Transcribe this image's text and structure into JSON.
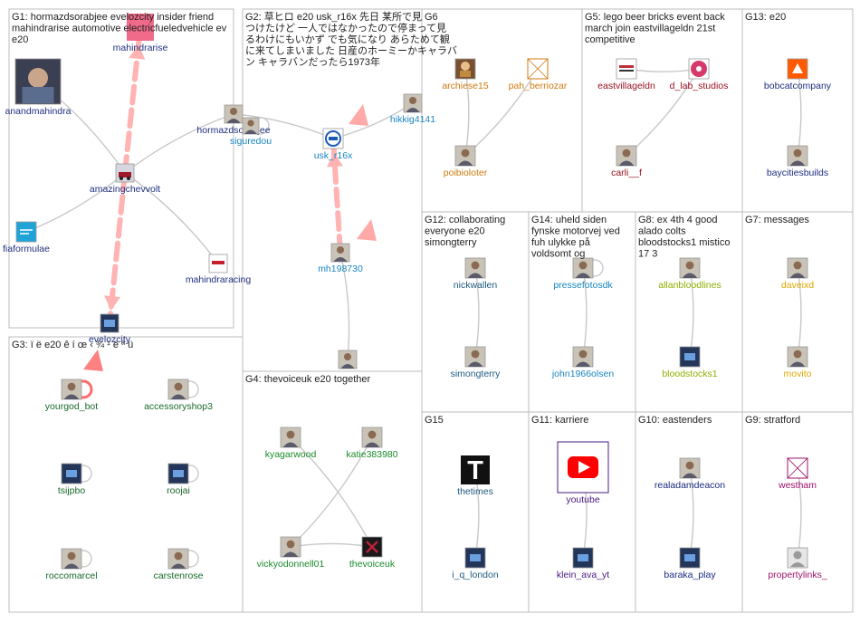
{
  "groups": [
    {
      "id": "G1",
      "lines": [
        "G1: hormazdsorabjee evelozcity insider friend",
        "mahindrarise automotive electricfueledvehicle ev",
        "e20"
      ]
    },
    {
      "id": "G2",
      "lines": [
        "G2: 草ヒロ e20 usk_r16x 先日 某所で見",
        "つけたけど 一人ではなかったので停まって見",
        "るわけにもいかず でも気になり あらためて観",
        "に来てしまいました 日産のホーミーかキャラバ",
        "ン キャラバンだったら1973年"
      ]
    },
    {
      "id": "G6",
      "lines": [
        "G6"
      ]
    },
    {
      "id": "G5",
      "lines": [
        "G5: lego beer bricks event back",
        "march join eastvillageldn 21st",
        "competitive"
      ]
    },
    {
      "id": "G13",
      "lines": [
        "G13: e20"
      ]
    },
    {
      "id": "G12",
      "lines": [
        "G12: collaborating",
        "everyone e20",
        "simongterry"
      ]
    },
    {
      "id": "G14",
      "lines": [
        "G14: uheld siden",
        "fynske motorvej ved",
        "fuh ulykke på",
        "voldsomt og"
      ]
    },
    {
      "id": "G8",
      "lines": [
        "G8: ex 4th 4 good",
        "alado colts",
        "bloodstocks1 mistico",
        "17 3"
      ]
    },
    {
      "id": "G7",
      "lines": [
        "G7: messages"
      ]
    },
    {
      "id": "G3",
      "lines": [
        "G3: ï ë e20 ê í œ ‹ ¾ ¹ ë ª ü"
      ]
    },
    {
      "id": "G4",
      "lines": [
        "G4: thevoiceuk e20 together"
      ]
    },
    {
      "id": "G15",
      "lines": [
        "G15"
      ]
    },
    {
      "id": "G11",
      "lines": [
        "G11: karriere"
      ]
    },
    {
      "id": "G10",
      "lines": [
        "G10: eastenders"
      ]
    },
    {
      "id": "G9",
      "lines": [
        "G9: stratford"
      ]
    }
  ],
  "nodes": [
    {
      "id": "mahindrarise",
      "label": "mahindrarise",
      "color": "#1f2f80",
      "icon": "pink-square-icon"
    },
    {
      "id": "anandmahindra",
      "label": "anandmahindra",
      "color": "#1f2f80",
      "icon": "portrait-icon"
    },
    {
      "id": "amazingchevvolt",
      "label": "amazingchevvolt",
      "color": "#1f2f80",
      "icon": "car-icon"
    },
    {
      "id": "hormazdsorabjee",
      "label": "hormazdsorabjee",
      "color": "#1f2f80",
      "icon": "avatar-icon"
    },
    {
      "id": "fiaformulae",
      "label": "fiaformulae",
      "color": "#1f2f80",
      "icon": "formula-e-icon"
    },
    {
      "id": "mahindraracing",
      "label": "mahindraracing",
      "color": "#1f2f80",
      "icon": "mahindra-racing-icon"
    },
    {
      "id": "evelozcity",
      "label": "evelozcity",
      "color": "#1f2f80",
      "icon": "logo-icon"
    },
    {
      "id": "siguredou",
      "label": "siguredou",
      "color": "#1a86c0",
      "icon": "avatar-icon"
    },
    {
      "id": "usk_r16x",
      "label": "usk_r16x",
      "color": "#1a86c0",
      "icon": "usk-icon"
    },
    {
      "id": "hikkig4141",
      "label": "hikkig4141",
      "color": "#1a86c0",
      "icon": "avatar-icon"
    },
    {
      "id": "mh198730",
      "label": "mh198730",
      "color": "#1a86c0",
      "icon": "avatar-icon"
    },
    {
      "id": "g2bottom",
      "label": "",
      "color": "#1a86c0",
      "icon": "avatar-icon"
    },
    {
      "id": "archiese15",
      "label": "archiese15",
      "color": "#d07a10",
      "icon": "painting-icon"
    },
    {
      "id": "pah_berriozar",
      "label": "pah_berriozar",
      "color": "#d07a10",
      "icon": "broken-image-icon"
    },
    {
      "id": "poibioloter",
      "label": "poibioloter",
      "color": "#d07a10",
      "icon": "avatar-icon"
    },
    {
      "id": "eastvillageldn",
      "label": "eastvillageldn",
      "color": "#9b1020",
      "icon": "east-village-icon"
    },
    {
      "id": "d_lab_studios",
      "label": "d_lab_studios",
      "color": "#9b1020",
      "icon": "dlab-icon"
    },
    {
      "id": "carli__f",
      "label": "carli__f",
      "color": "#9b1020",
      "icon": "avatar-icon"
    },
    {
      "id": "bobcatcompany",
      "label": "bobcatcompany",
      "color": "#1f2f80",
      "icon": "bobcat-icon"
    },
    {
      "id": "baycitiesbuilds",
      "label": "baycitiesbuilds",
      "color": "#1f2f80",
      "icon": "avatar-icon"
    },
    {
      "id": "nickwallen",
      "label": "nickwallen",
      "color": "#205a80",
      "icon": "avatar-icon"
    },
    {
      "id": "simongterry",
      "label": "simongterry",
      "color": "#205a80",
      "icon": "avatar-icon"
    },
    {
      "id": "pressefotosdk",
      "label": "pressefotosdk",
      "color": "#1a86c0",
      "icon": "avatar-icon"
    },
    {
      "id": "john1966olsen",
      "label": "john1966olsen",
      "color": "#1a86c0",
      "icon": "avatar-icon"
    },
    {
      "id": "allanbloodlines",
      "label": "allanbloodlines",
      "color": "#8fb000",
      "icon": "avatar-icon"
    },
    {
      "id": "bloodstocks1",
      "label": "bloodstocks1",
      "color": "#8fb000",
      "icon": "logo-icon"
    },
    {
      "id": "daveixd",
      "label": "daveixd",
      "color": "#e0a800",
      "icon": "avatar-icon"
    },
    {
      "id": "movito",
      "label": "movito",
      "color": "#e0a800",
      "icon": "avatar-icon"
    },
    {
      "id": "yourgod_bot",
      "label": "yourgod_bot",
      "color": "#1a6a2a",
      "icon": "avatar-icon"
    },
    {
      "id": "accessoryshop3",
      "label": "accessoryshop3",
      "color": "#1a6a2a",
      "icon": "avatar-icon"
    },
    {
      "id": "tsijpbo",
      "label": "tsijpbo",
      "color": "#1a6a2a",
      "icon": "logo-icon"
    },
    {
      "id": "roojai",
      "label": "roojai",
      "color": "#1a6a2a",
      "icon": "logo-icon"
    },
    {
      "id": "roccomarcel",
      "label": "roccomarcel",
      "color": "#1a6a2a",
      "icon": "avatar-icon"
    },
    {
      "id": "carstenrose",
      "label": "carstenrose",
      "color": "#1a6a2a",
      "icon": "avatar-icon"
    },
    {
      "id": "kyagarwood",
      "label": "kyagarwood",
      "color": "#1a8a2a",
      "icon": "avatar-icon"
    },
    {
      "id": "katie383980",
      "label": "katie383980",
      "color": "#1a8a2a",
      "icon": "avatar-icon"
    },
    {
      "id": "vickyodonnell01",
      "label": "vickyodonnell01",
      "color": "#1a8a2a",
      "icon": "avatar-icon"
    },
    {
      "id": "thevoiceuk",
      "label": "thevoiceuk",
      "color": "#1a8a2a",
      "icon": "voice-icon"
    },
    {
      "id": "thetimes",
      "label": "thetimes",
      "color": "#205a80",
      "icon": "times-t-icon"
    },
    {
      "id": "i_q_london",
      "label": "i_q_london",
      "color": "#205a80",
      "icon": "logo-icon"
    },
    {
      "id": "youtube",
      "label": "youtube",
      "color": "#4a1a80",
      "icon": "youtube-icon"
    },
    {
      "id": "klein_ava_yt",
      "label": "klein_ava_yt",
      "color": "#4a1a80",
      "icon": "logo-icon"
    },
    {
      "id": "realadamdeacon",
      "label": "realadamdeacon",
      "color": "#1a2a80",
      "icon": "avatar-icon"
    },
    {
      "id": "baraka_play",
      "label": "baraka_play",
      "color": "#1a2a80",
      "icon": "logo-icon"
    },
    {
      "id": "westham",
      "label": "westham",
      "color": "#a0106a",
      "icon": "broken-image-icon"
    },
    {
      "id": "propertylinks_",
      "label": "propertylinks_",
      "color": "#a0106a",
      "icon": "profile-placeholder-icon"
    }
  ],
  "edges": [
    {
      "from": "anandmahindra",
      "to": "amazingchevvolt"
    },
    {
      "from": "amazingchevvolt",
      "to": "hormazdsorabjee"
    },
    {
      "from": "amazingchevvolt",
      "to": "fiaformulae"
    },
    {
      "from": "amazingchevvolt",
      "to": "mahindraracing"
    },
    {
      "from": "hormazdsorabjee",
      "to": "usk_r16x"
    },
    {
      "from": "hikkig4141",
      "to": "usk_r16x"
    },
    {
      "from": "mh198730",
      "to": "g2bottom"
    },
    {
      "from": "archiese15",
      "to": "poibioloter"
    },
    {
      "from": "pah_berriozar",
      "to": "poibioloter"
    },
    {
      "from": "d_lab_studios",
      "to": "eastvillageldn"
    },
    {
      "from": "d_lab_studios",
      "to": "carli__f"
    },
    {
      "from": "bobcatcompany",
      "to": "baycitiesbuilds"
    },
    {
      "from": "nickwallen",
      "to": "simongterry"
    },
    {
      "from": "pressefotosdk",
      "to": "john1966olsen"
    },
    {
      "from": "allanbloodlines",
      "to": "bloodstocks1"
    },
    {
      "from": "daveixd",
      "to": "movito"
    },
    {
      "from": "kyagarwood",
      "to": "thevoiceuk"
    },
    {
      "from": "katie383980",
      "to": "vickyodonnell01"
    },
    {
      "from": "vickyodonnell01",
      "to": "thevoiceuk"
    },
    {
      "from": "thetimes",
      "to": "i_q_london"
    },
    {
      "from": "youtube",
      "to": "klein_ava_yt"
    },
    {
      "from": "realadamdeacon",
      "to": "baraka_play"
    },
    {
      "from": "westham",
      "to": "propertylinks_"
    }
  ],
  "strong_edges": [
    {
      "from": "amazingchevvolt",
      "to": "mahindrarise"
    },
    {
      "from": "amazingchevvolt",
      "to": "evelozcity"
    },
    {
      "from": "mh198730",
      "to": "usk_r16x"
    }
  ],
  "colors": {
    "edge": "#c8c8c8",
    "strong_edge": "#ffb3b3",
    "loop": "#ff9a9a",
    "box_border": "#bdbdbd"
  }
}
